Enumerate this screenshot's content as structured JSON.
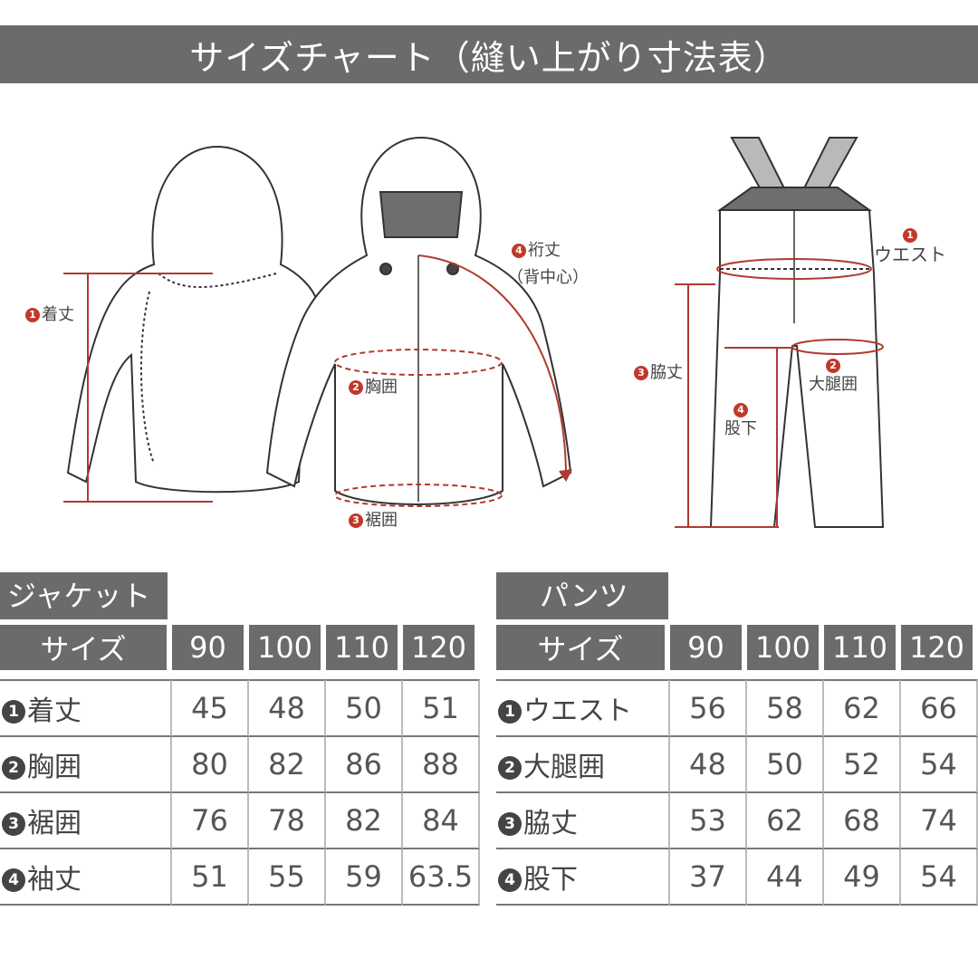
{
  "title": "サイズチャート（縫い上がり寸法表）",
  "diagram": {
    "jacket_labels": {
      "length": {
        "num": "1",
        "text": "着丈"
      },
      "chest": {
        "num": "2",
        "text": "胸囲"
      },
      "hem": {
        "num": "3",
        "text": "裾囲"
      },
      "sleeve": {
        "num": "4",
        "text": "裄丈",
        "sub": "（背中心）"
      }
    },
    "pants_labels": {
      "waist": {
        "num": "1",
        "text": "ウエスト"
      },
      "thigh": {
        "num": "2",
        "text": "大腿囲"
      },
      "side": {
        "num": "3",
        "text": "脇丈"
      },
      "inseam": {
        "num": "4",
        "text": "股下"
      }
    }
  },
  "jacket_table": {
    "section": "ジャケット",
    "header": [
      "サイズ",
      "90",
      "100",
      "110",
      "120"
    ],
    "rows": [
      {
        "num": "1",
        "label": "着丈",
        "values": [
          "45",
          "48",
          "50",
          "51"
        ]
      },
      {
        "num": "2",
        "label": "胸囲",
        "values": [
          "80",
          "82",
          "86",
          "88"
        ]
      },
      {
        "num": "3",
        "label": "裾囲",
        "values": [
          "76",
          "78",
          "82",
          "84"
        ]
      },
      {
        "num": "4",
        "label": "袖丈",
        "values": [
          "51",
          "55",
          "59",
          "63.5"
        ]
      }
    ]
  },
  "pants_table": {
    "section": "パンツ",
    "header": [
      "サイズ",
      "90",
      "100",
      "110",
      "120"
    ],
    "rows": [
      {
        "num": "1",
        "label": "ウエスト",
        "values": [
          "56",
          "58",
          "62",
          "66"
        ]
      },
      {
        "num": "2",
        "label": "大腿囲",
        "values": [
          "48",
          "50",
          "52",
          "54"
        ]
      },
      {
        "num": "3",
        "label": "脇丈",
        "values": [
          "53",
          "62",
          "68",
          "74"
        ]
      },
      {
        "num": "4",
        "label": "股下",
        "values": [
          "37",
          "44",
          "49",
          "54"
        ]
      }
    ]
  },
  "colors": {
    "header_bg": "#6b6b6b",
    "accent": "#c0392b",
    "line": "#333333"
  }
}
